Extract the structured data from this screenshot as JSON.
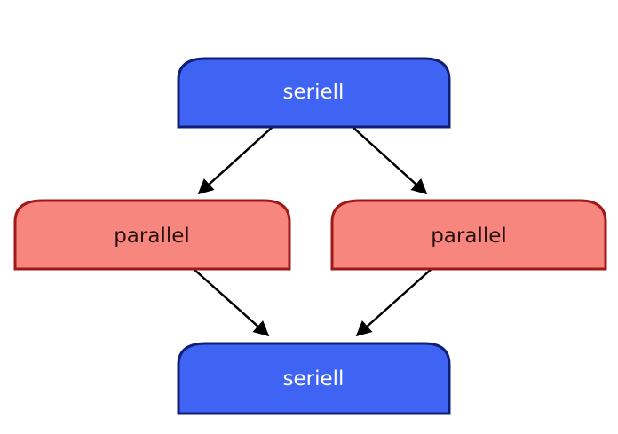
{
  "diagram": {
    "nodes": [
      {
        "id": "top",
        "label": "seriell",
        "kind": "serial"
      },
      {
        "id": "left",
        "label": "parallel",
        "kind": "parallel"
      },
      {
        "id": "right",
        "label": "parallel",
        "kind": "parallel"
      },
      {
        "id": "bottom",
        "label": "seriell",
        "kind": "serial"
      }
    ],
    "edges": [
      {
        "from": "top",
        "to": "left"
      },
      {
        "from": "top",
        "to": "right"
      },
      {
        "from": "left",
        "to": "bottom"
      },
      {
        "from": "right",
        "to": "bottom"
      }
    ]
  },
  "colors": {
    "serial_fill": "#3f63f2",
    "serial_stroke": "#0f1f78",
    "serial_text": "#ffffff",
    "parallel_fill": "#f7867f",
    "parallel_stroke": "#a01818",
    "parallel_text": "#2a1010",
    "arrow": "#000000"
  }
}
